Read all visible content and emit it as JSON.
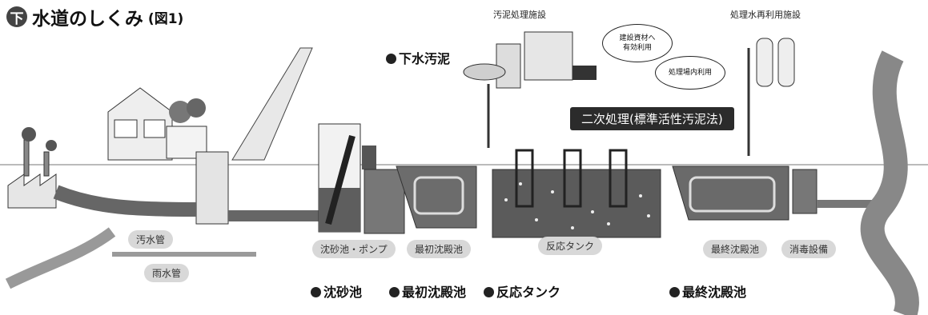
{
  "title": {
    "icon_char": "下",
    "main": "水道のしくみ",
    "sub": "(図1)"
  },
  "top_labels": {
    "sludge_facility": "汚泥処理施設",
    "reuse_facility": "処理水再利用施設"
  },
  "clouds": {
    "building_material_1": "建設資材へ",
    "building_material_2": "有効利用",
    "onsite_use": "処理場内利用"
  },
  "banner": "二次処理(標準活性汚泥法)",
  "sludge_bullet": "下水汚泥",
  "pills": {
    "sewage_pipe": "汚水管",
    "storm_pipe": "雨水管",
    "grit_pump": "沈砂池・ポンプ",
    "primary_tank": "最初沈殿池",
    "reaction_tank": "反応タンク",
    "final_tank": "最終沈殿池",
    "disinfection": "消毒設備"
  },
  "bottom_bullets": [
    "沈砂池",
    "最初沈殿池",
    "反応タンク",
    "最終沈殿池"
  ],
  "colors": {
    "water_dark": "#555555",
    "pipe": "#6a6a6a",
    "pill_bg": "#d8d8d8",
    "banner_bg": "#2b2b2b"
  }
}
